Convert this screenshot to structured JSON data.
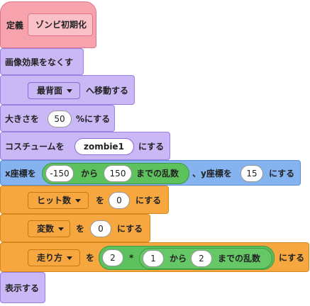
{
  "define": {
    "label": "定義",
    "proto": "ゾンビ初期化"
  },
  "clear_effects": "画像効果をなくす",
  "go_layer": {
    "option": "最背面",
    "suffix": "へ移動する"
  },
  "size": {
    "prefix": "大きさを",
    "value": "50",
    "suffix": "%にする"
  },
  "costume": {
    "prefix": "コスチュームを",
    "option": "zombie1",
    "suffix": "にする"
  },
  "setxy": {
    "prefix": "x座標を",
    "from": "-150",
    "kara": "から",
    "to": "150",
    "rand": "までの乱数",
    "mid": "、y座標を",
    "y": "15",
    "suffix": "にする"
  },
  "hits": {
    "var": "ヒット数",
    "wo": "を",
    "value": "0",
    "suffix": "にする"
  },
  "henso": {
    "var": "変数",
    "wo": "を",
    "value": "0",
    "suffix": "にする"
  },
  "walk": {
    "var": "走り方",
    "wo": "を",
    "a": "2",
    "mul": "*",
    "from": "1",
    "kara": "から",
    "to": "2",
    "rand": "までの乱数",
    "suffix": "にする"
  },
  "show": "表示する"
}
